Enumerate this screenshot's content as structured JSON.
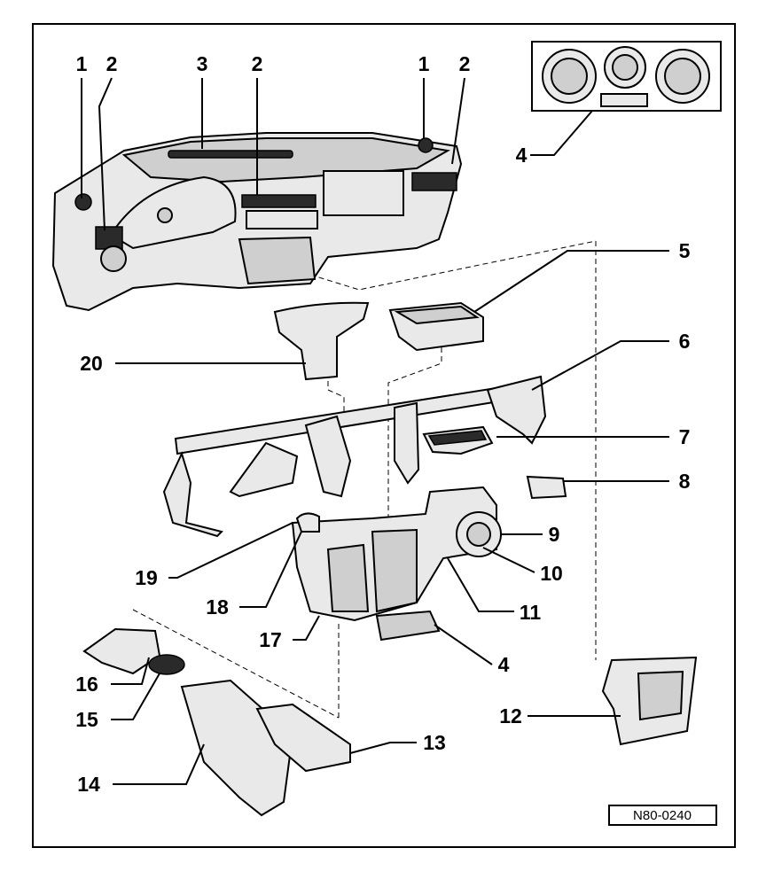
{
  "diagram": {
    "callouts": [
      {
        "id": "c1a",
        "text": "1"
      },
      {
        "id": "c2a",
        "text": "2"
      },
      {
        "id": "c3",
        "text": "3"
      },
      {
        "id": "c2b",
        "text": "2"
      },
      {
        "id": "c1b",
        "text": "1"
      },
      {
        "id": "c2c",
        "text": "2"
      },
      {
        "id": "c4a",
        "text": "4"
      },
      {
        "id": "c5",
        "text": "5"
      },
      {
        "id": "c6",
        "text": "6"
      },
      {
        "id": "c7",
        "text": "7"
      },
      {
        "id": "c8",
        "text": "8"
      },
      {
        "id": "c9",
        "text": "9"
      },
      {
        "id": "c10",
        "text": "10"
      },
      {
        "id": "c11",
        "text": "11"
      },
      {
        "id": "c4b",
        "text": "4"
      },
      {
        "id": "c12",
        "text": "12"
      },
      {
        "id": "c13",
        "text": "13"
      },
      {
        "id": "c14",
        "text": "14"
      },
      {
        "id": "c15",
        "text": "15"
      },
      {
        "id": "c16",
        "text": "16"
      },
      {
        "id": "c17",
        "text": "17"
      },
      {
        "id": "c18",
        "text": "18"
      },
      {
        "id": "c19",
        "text": "19"
      },
      {
        "id": "c20",
        "text": "20"
      }
    ],
    "reference_code": "N80-0240"
  }
}
